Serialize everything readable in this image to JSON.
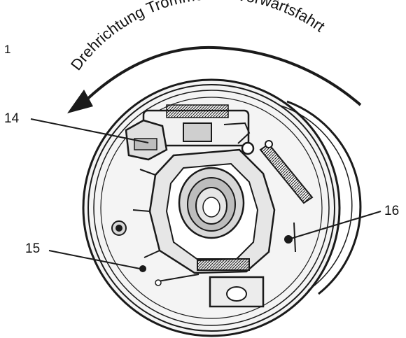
{
  "figure_number": "1",
  "rotation_caption": "Drehrichtung Trommel bei Vorwärtsfahrt",
  "callouts": {
    "c14": "14",
    "c15": "15",
    "c16": "16"
  },
  "colors": {
    "line": "#1a1a1a",
    "fill_light": "#e6e6e6",
    "fill_mid": "#bdbdbd",
    "background": "#ffffff"
  }
}
